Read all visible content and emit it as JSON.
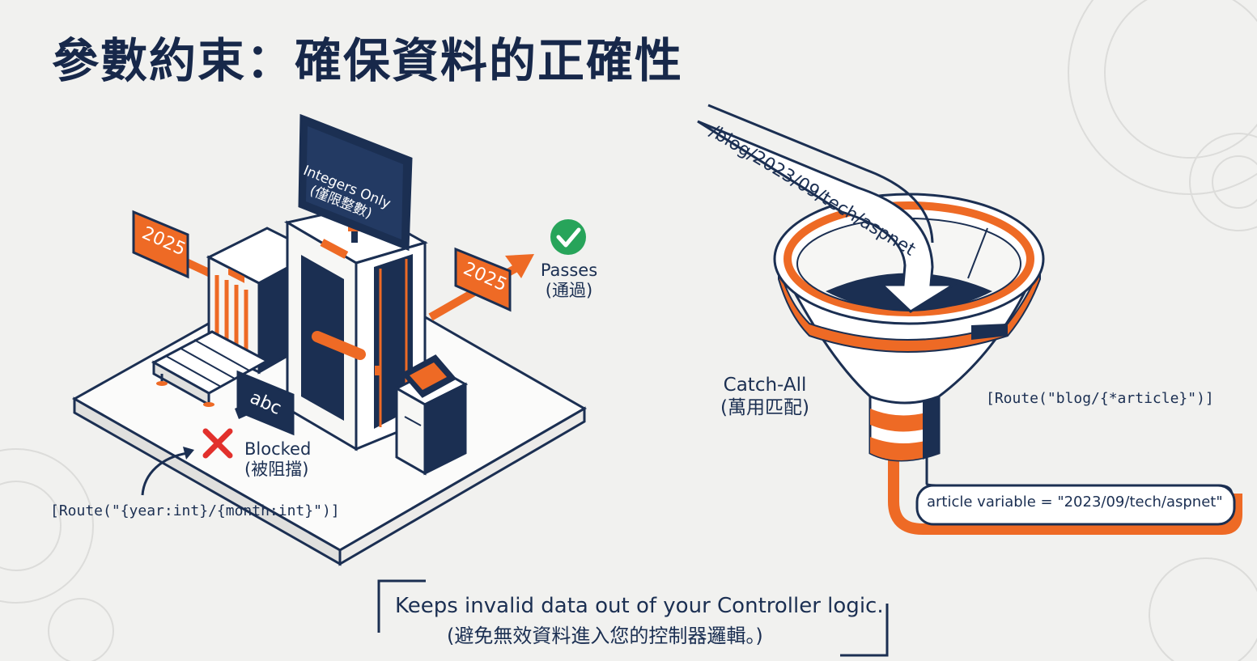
{
  "title": "參數約束：確保資料的正確性",
  "left_panel": {
    "monitor_line1": "Integers Only",
    "monitor_line2": "(僅限整數)",
    "tag_in": "2025",
    "tag_out": "2025",
    "tag_blocked": "abc",
    "passes_label": "Passes",
    "passes_label_zh": "(通過)",
    "blocked_label": "Blocked",
    "blocked_label_zh": "(被阻擋)",
    "route_code": "[Route(\"{year:int}/{month:int}\")]"
  },
  "right_panel": {
    "input_path": "/blog/2023/09/tech/aspnet",
    "catch_all_label": "Catch-All",
    "catch_all_label_zh": "(萬用匹配)",
    "route_code": "[Route(\"blog/{*article}\")]",
    "output_text": "article variable = \"2023/09/tech/aspnet\""
  },
  "footer": {
    "line1": "Keeps invalid data out of your Controller logic.",
    "line2": "(避免無效資料進入您的控制器邏輯。)"
  },
  "colors": {
    "navy": "#1b2f52",
    "orange": "#ee6a25",
    "green": "#27a45a",
    "red": "#e2302c",
    "background": "#f1f1ef"
  }
}
